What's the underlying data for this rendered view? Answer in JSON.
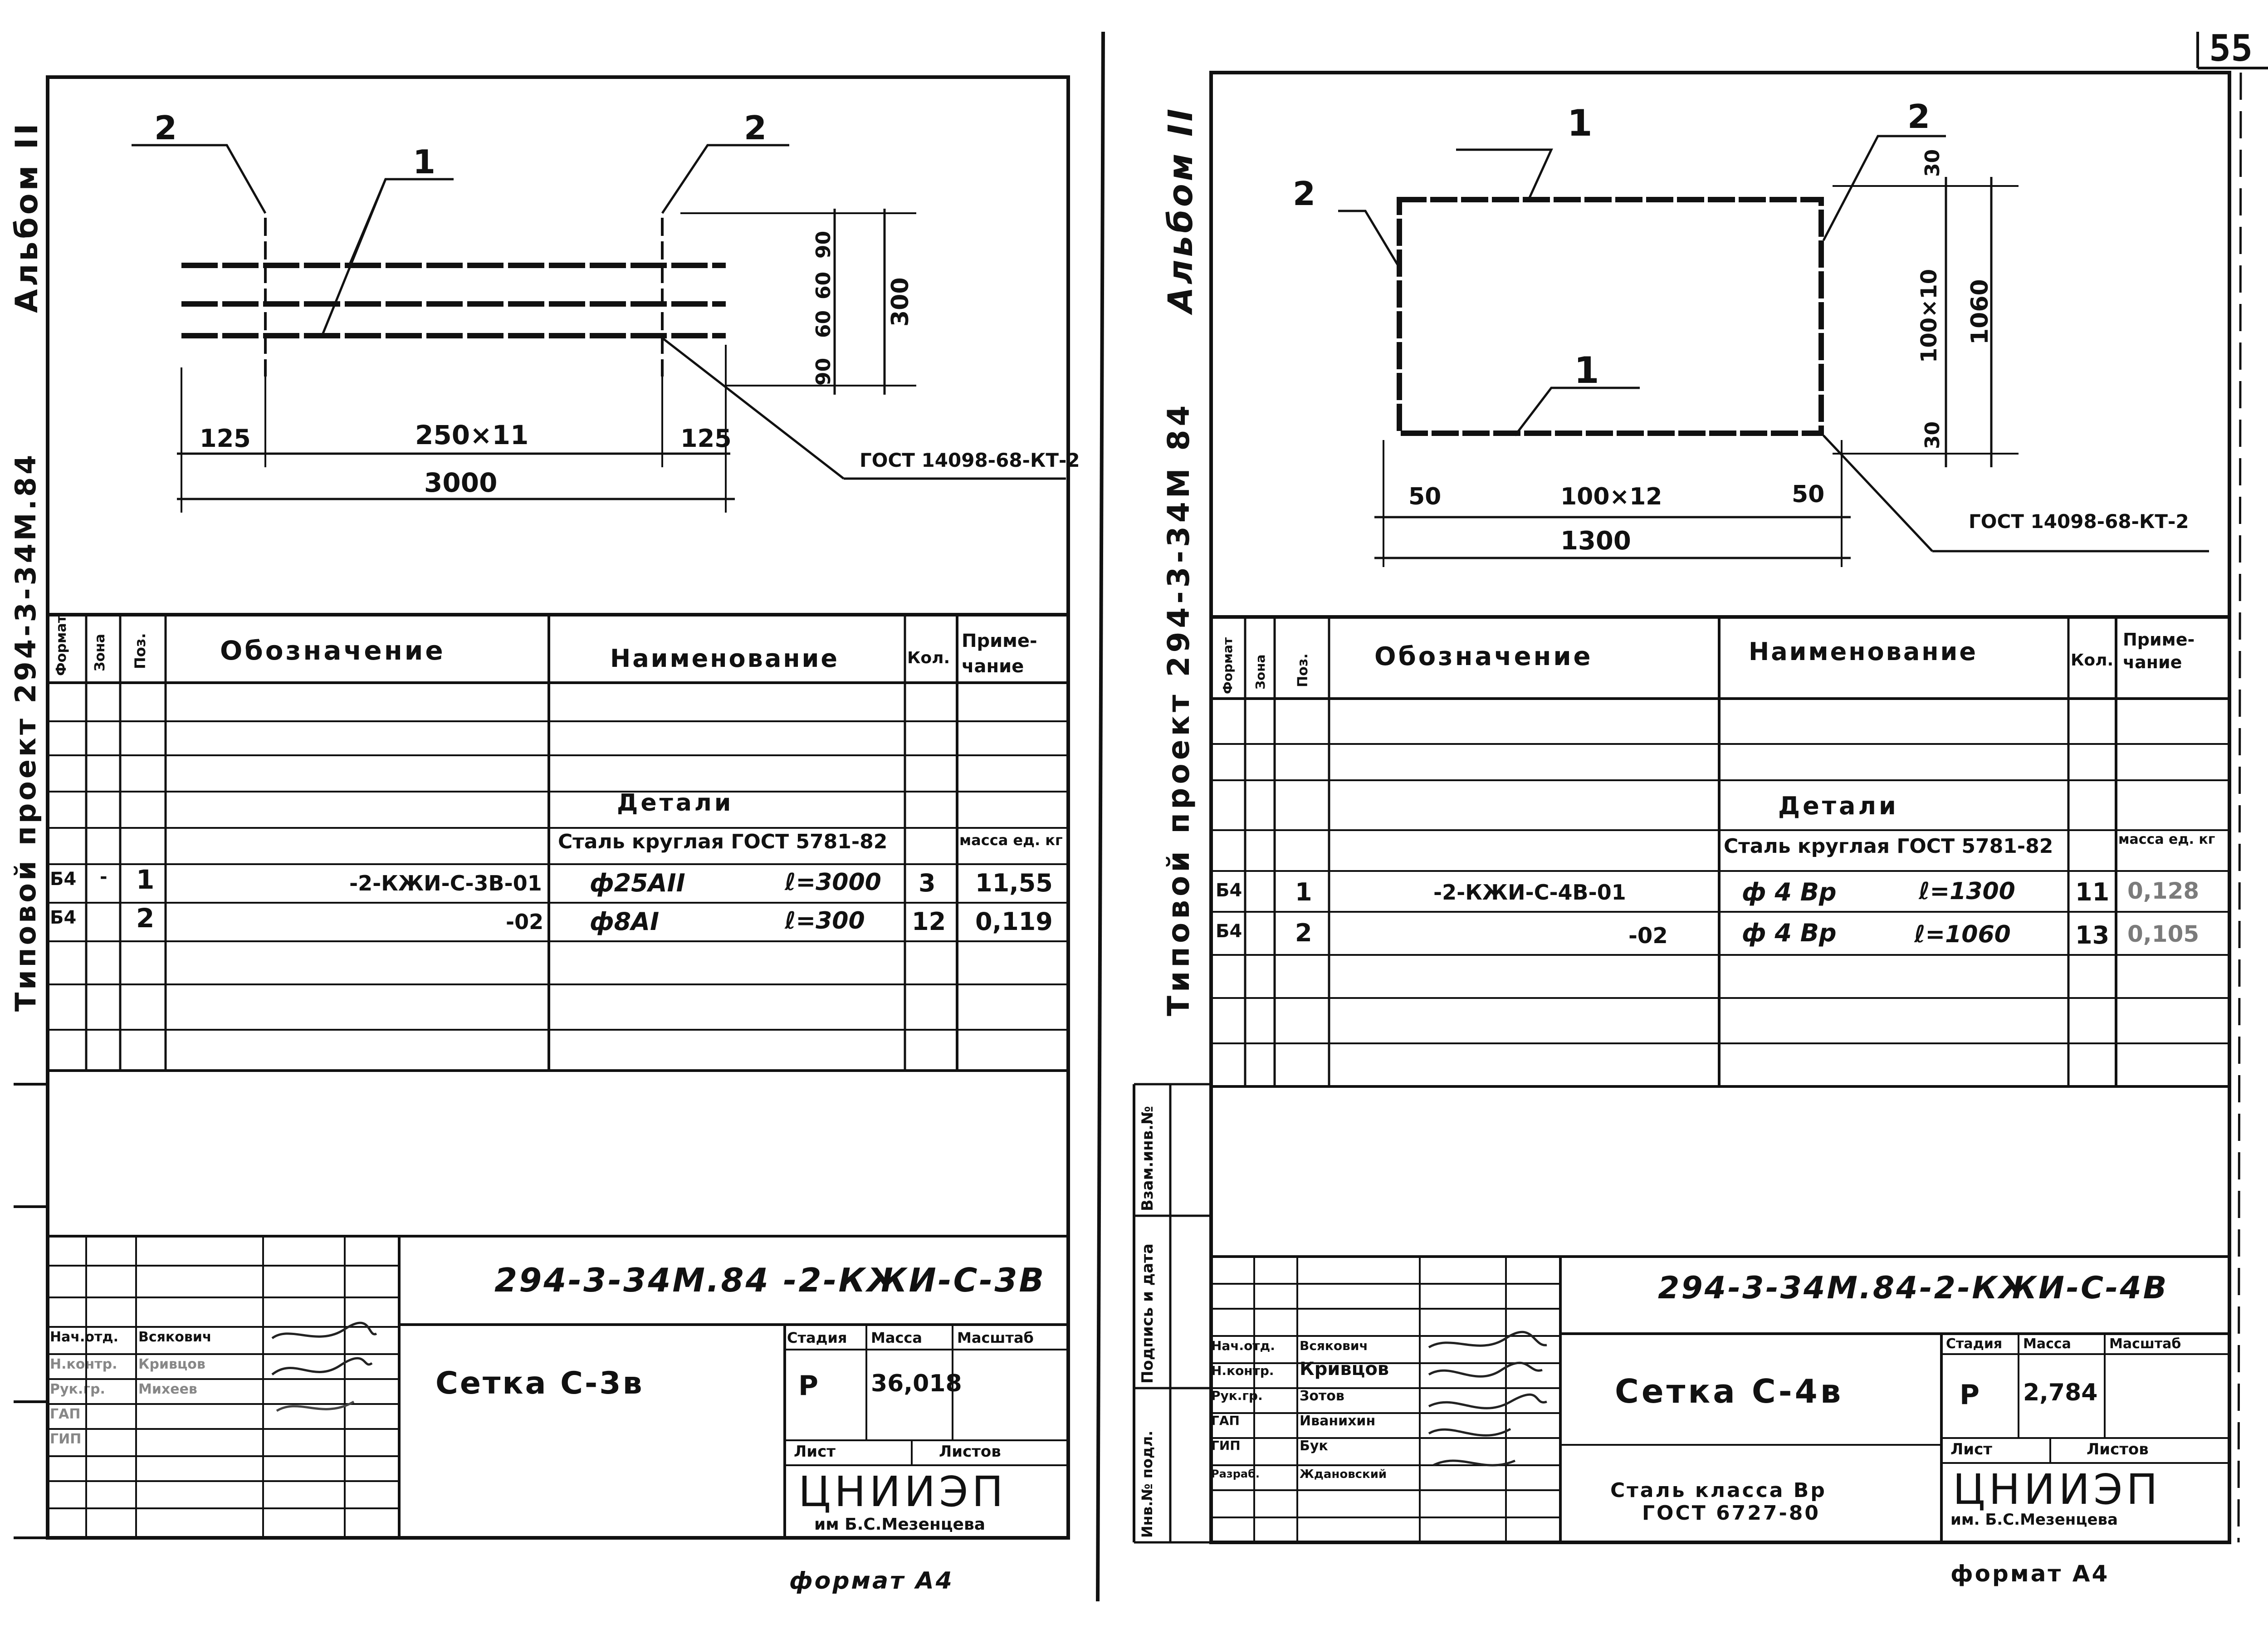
{
  "page_number": "55",
  "left": {
    "album": "Альбом II",
    "project": "Типовой проект 294-3-34М.84",
    "drawing": {
      "callouts": {
        "pos1": "1",
        "pos2a": "2",
        "pos2b": "2"
      },
      "dims": {
        "d125a": "125",
        "d250": "250×11",
        "d125b": "125",
        "d3000": "3000",
        "d90a": "90",
        "d60a": "60",
        "d60b": "60",
        "d90b": "90",
        "d300": "300"
      },
      "gost": "ГОСТ 14098-68-КТ-2"
    },
    "table": {
      "headers": {
        "format": "Формат",
        "zone": "Зона",
        "pos": "Поз.",
        "designation": "Обозначение",
        "name": "Наименование",
        "qty": "Кол.",
        "note": "Приме-чание"
      },
      "section": "Детали",
      "material": "Сталь круглая ГОСТ 5781-82",
      "note_header": "масса ед. кг",
      "rows": [
        {
          "fmt": "Б4",
          "zone": "-",
          "pos": "1",
          "des": "-2-КЖИ-С-3В-01",
          "name": "ф25АII",
          "len": "ℓ=3000",
          "qty": "3",
          "note": "11,55"
        },
        {
          "fmt": "Б4",
          "zone": "",
          "pos": "2",
          "des": "-02",
          "name": "ф8АI",
          "len": "ℓ=300",
          "qty": "12",
          "note": "0,119"
        }
      ]
    },
    "title_block": {
      "code": "294-3-34М.84 -2-КЖИ-С-3В",
      "title": "Сетка С-3в",
      "roles": [
        "Нач.отд.",
        "Н.контр.",
        "Рук.гр.",
        "ГАП",
        "ГИП"
      ],
      "names": [
        "Всякович",
        "Кривцов",
        "Михеев",
        "",
        ""
      ],
      "stage_label": "Стадия",
      "mass_label": "Масса",
      "scale_label": "Масштаб",
      "stage": "Р",
      "mass": "36,018",
      "sheet_label": "Лист",
      "sheets_label": "Листов",
      "org": "ЦНИИЭП",
      "org_sub": "им Б.С.Мезенцева"
    },
    "format": "формат А4"
  },
  "right": {
    "album": "Альбом II",
    "project": "Типовой проект 294-3-34М 84",
    "drawing": {
      "callouts": {
        "pos1a": "1",
        "pos1b": "1",
        "pos2a": "2",
        "pos2b": "2"
      },
      "dims": {
        "d30a": "30",
        "d100x10": "100×10",
        "d1060": "1060",
        "d30b": "30",
        "d50a": "50",
        "d100x12": "100×12",
        "d50b": "50",
        "d1300": "1300"
      },
      "gost": "ГОСТ 14098-68-КТ-2"
    },
    "table": {
      "headers": {
        "format": "Формат",
        "zone": "Зона",
        "pos": "Поз.",
        "designation": "Обозначение",
        "name": "Наименование",
        "qty": "Кол.",
        "note": "Приме-чание"
      },
      "section": "Детали",
      "material": "Сталь круглая ГОСТ 5781-82",
      "note_header": "масса ед. кг",
      "rows": [
        {
          "fmt": "Б4",
          "pos": "1",
          "des": "-2-КЖИ-С-4В-01",
          "name": "ф 4 Вр",
          "len": "ℓ=1300",
          "qty": "11",
          "note": "0,128"
        },
        {
          "fmt": "Б4",
          "pos": "2",
          "des": "-02",
          "name": "ф 4 Вр",
          "len": "ℓ=1060",
          "qty": "13",
          "note": "0,105"
        }
      ]
    },
    "side_labels": [
      "Взам.инв.№",
      "Подпись и дата",
      "Инв.№ подл."
    ],
    "title_block": {
      "code": "294-3-34М.84-2-КЖИ-С-4В",
      "title": "Сетка С-4в",
      "subtitle1": "Сталь класса Вр",
      "subtitle2": "ГОСТ 6727-80",
      "roles": [
        "Нач.отд.",
        "Н.контр.",
        "Рук.гр.",
        "ГАП",
        "ГИП",
        "Разраб."
      ],
      "names": [
        "Всякович",
        "Кривцов",
        "Зотов",
        "Иванихин",
        "Бук",
        "Ждановский"
      ],
      "stage_label": "Стадия",
      "mass_label": "Масса",
      "scale_label": "Масштаб",
      "stage": "Р",
      "mass": "2,784",
      "sheet_label": "Лист",
      "sheets_label": "Листов",
      "org": "ЦНИИЭП",
      "org_sub": "им. Б.С.Мезенцева"
    },
    "format": "формат А4"
  }
}
